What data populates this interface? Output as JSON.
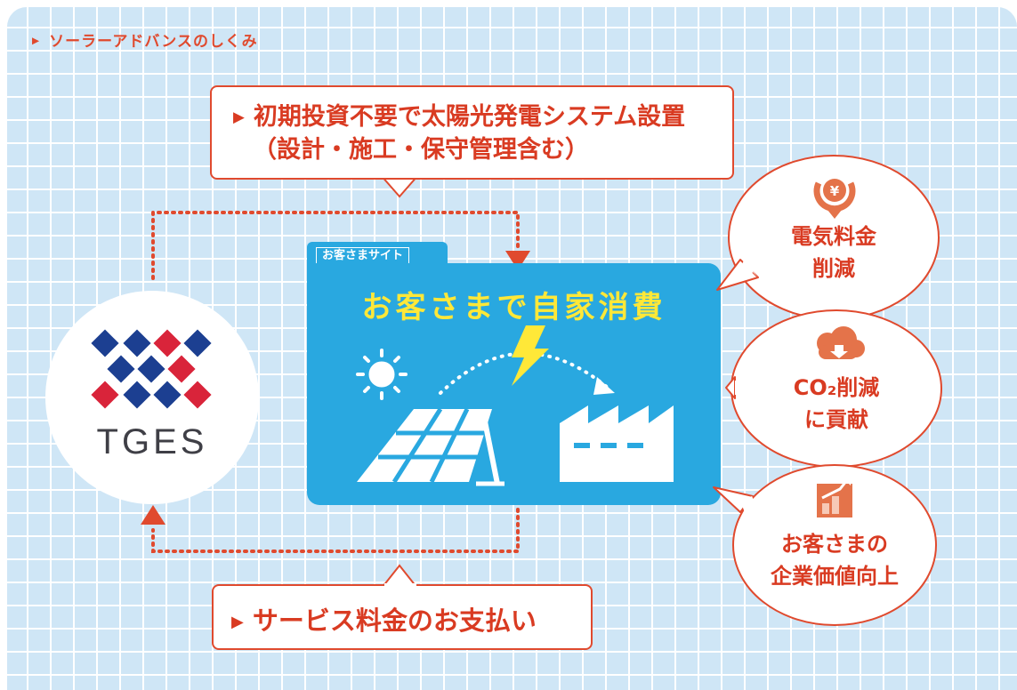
{
  "header": {
    "title": "ソーラーアドバンスのしくみ"
  },
  "top_box": {
    "line1": "初期投資不要で太陽光発電システム設置",
    "line2": "（設計・施工・保守管理含む）"
  },
  "bottom_box": {
    "label": "サービス料金のお支払い"
  },
  "logo": {
    "text": "TGES"
  },
  "site": {
    "tab_label": "お客さまサイト",
    "title": "お客さまで自家消費"
  },
  "bubbles": [
    {
      "icon": "yen-coin-down-icon",
      "line1": "電気料金",
      "line2": "削減"
    },
    {
      "icon": "cloud-down-icon",
      "line1": "CO₂削減",
      "line2": "に貢献"
    },
    {
      "icon": "growth-chart-icon",
      "line1": "お客さまの",
      "line2": "企業価値向上"
    }
  ],
  "colors": {
    "accent": "#e04a2e",
    "site_blue": "#29a8e0",
    "title_yellow": "#ffe838",
    "logo_navy": "#1c3f91",
    "logo_red": "#d9243a"
  }
}
